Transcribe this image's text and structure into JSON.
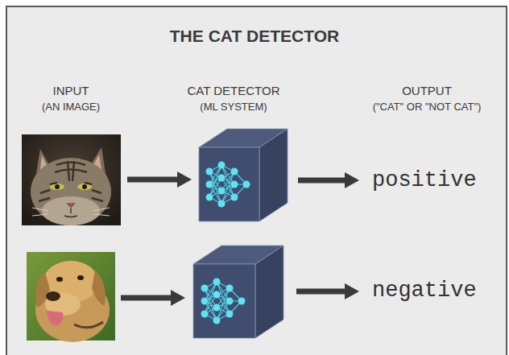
{
  "diagram": {
    "title": "THE CAT DETECTOR",
    "labels": [
      "INPUT",
      "(AN IMAGE)",
      "CAT DETECTOR",
      "(ML SYSTEM)",
      "OUTPUT",
      "(\"CAT\" OR \"NOT CAT\")",
      "positive",
      "negative"
    ]
  }
}
